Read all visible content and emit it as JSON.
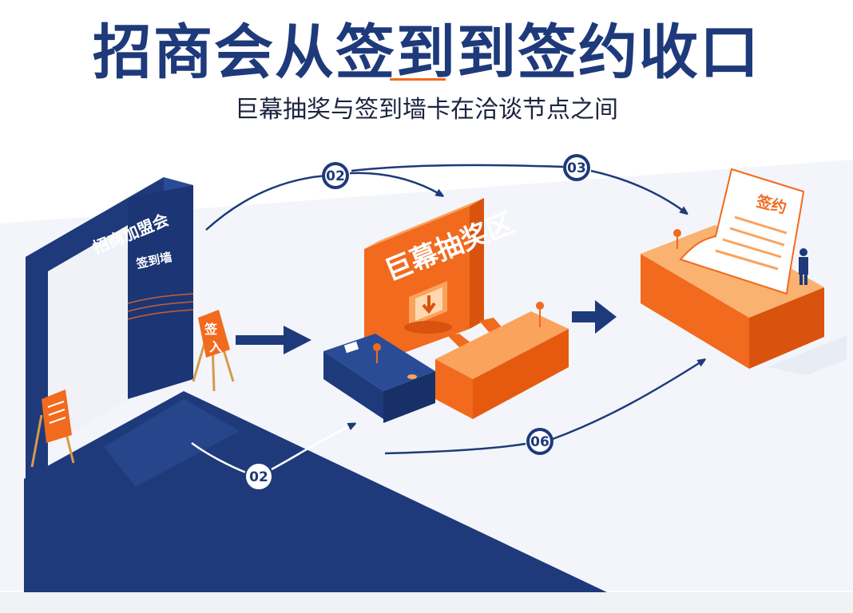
{
  "header": {
    "title": "招商会从签到到签约收口",
    "subtitle": "巨幕抽奖与签到墙卡在洽谈节点之间"
  },
  "gate": {
    "line1": "招商加盟会",
    "line2": "签到墙"
  },
  "sign_stand": {
    "line1": "签",
    "line2": "入"
  },
  "booth": {
    "label": "巨幕抽奖区"
  },
  "contract": {
    "label": "签约"
  },
  "steps": {
    "top_left": "02",
    "top_right": "03",
    "bottom_left": "02",
    "bottom_right": "06"
  },
  "colors": {
    "navy": "#1e3a7b",
    "orange": "#f26a1e",
    "light_orange": "#f9a35c"
  }
}
